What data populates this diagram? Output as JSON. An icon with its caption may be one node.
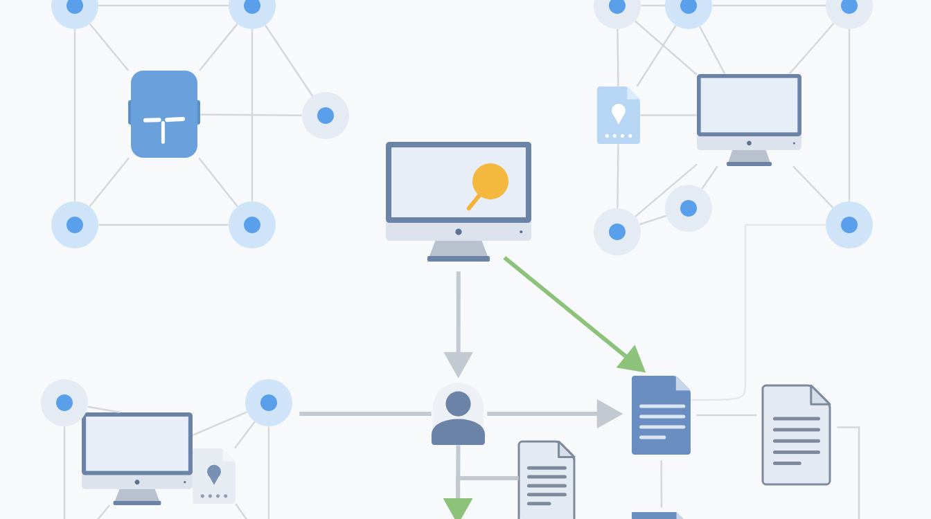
{
  "diagram": {
    "nodes": [
      {
        "text": [],
        "shape": "circle"
      },
      {
        "text": [],
        "shape": "circle"
      },
      {
        "text": [],
        "shape": "picture"
      },
      {
        "text": [],
        "shape": "circle"
      },
      {
        "text": [],
        "shape": "circle"
      },
      {
        "text": [],
        "shape": "circle"
      },
      {
        "text": [],
        "shape": "circle"
      },
      {
        "text": [],
        "shape": "circle"
      },
      {
        "text": [],
        "shape": "circle"
      },
      {
        "text": [],
        "shape": "picture"
      },
      {
        "text": [],
        "shape": "picture"
      },
      {
        "text": [],
        "shape": "circle"
      },
      {
        "text": [],
        "shape": "circle"
      },
      {
        "text": [],
        "shape": "circle"
      },
      {
        "text": [],
        "shape": "picture"
      },
      {
        "text": [],
        "shape": "person"
      },
      {
        "text": [],
        "shape": "picture"
      },
      {
        "text": [],
        "shape": "picture"
      },
      {
        "text": [],
        "shape": "picture"
      },
      {
        "text": [],
        "shape": "picture"
      },
      {
        "text": [],
        "shape": "picture"
      },
      {
        "text": [],
        "shape": "circle"
      },
      {
        "text": [],
        "shape": "circle"
      },
      {
        "text": [],
        "shape": "picture"
      }
    ],
    "edges": [
      {
        "from": 0,
        "to": 1,
        "arrow": "none"
      },
      {
        "from": 0,
        "to": 2,
        "arrow": "none"
      },
      {
        "from": 1,
        "to": 2,
        "arrow": "none"
      },
      {
        "from": 1,
        "to": 3,
        "arrow": "none"
      },
      {
        "from": 0,
        "to": 4,
        "arrow": "none"
      },
      {
        "from": 1,
        "to": 5,
        "arrow": "none"
      },
      {
        "from": 2,
        "to": 3,
        "arrow": "none"
      },
      {
        "from": 2,
        "to": 4,
        "arrow": "none"
      },
      {
        "from": 2,
        "to": 5,
        "arrow": "none"
      },
      {
        "from": 4,
        "to": 5,
        "arrow": "none"
      },
      {
        "from": 6,
        "to": 7,
        "arrow": "none"
      },
      {
        "from": 7,
        "to": 8,
        "arrow": "none"
      },
      {
        "from": 6,
        "to": 9,
        "arrow": "none"
      },
      {
        "from": 6,
        "to": 10,
        "arrow": "none"
      },
      {
        "from": 7,
        "to": 9,
        "arrow": "none"
      },
      {
        "from": 7,
        "to": 10,
        "arrow": "none"
      },
      {
        "from": 8,
        "to": 10,
        "arrow": "none"
      },
      {
        "from": 8,
        "to": 13,
        "arrow": "none"
      },
      {
        "from": 9,
        "to": 10,
        "arrow": "none"
      },
      {
        "from": 9,
        "to": 11,
        "arrow": "none"
      },
      {
        "from": 11,
        "to": 10,
        "arrow": "none"
      },
      {
        "from": 12,
        "to": 10,
        "arrow": "none"
      },
      {
        "from": 11,
        "to": 12,
        "arrow": "none"
      },
      {
        "from": 10,
        "to": 13,
        "arrow": "none"
      },
      {
        "from": 13,
        "to": 17,
        "arrow": "none",
        "color": "#e3e7ec"
      },
      {
        "from": 14,
        "to": 15,
        "arrow": "to",
        "style": "thick"
      },
      {
        "from": 14,
        "to": 17,
        "arrow": "to",
        "style": "thick",
        "color": "#8cc27a"
      },
      {
        "from": 22,
        "to": 15,
        "arrow": "none",
        "style": "thick"
      },
      {
        "from": 15,
        "to": 17,
        "arrow": "to",
        "style": "thick"
      },
      {
        "from": 15,
        "to": null,
        "arrow": "to",
        "style": "thick"
      },
      {
        "from": 18,
        "to": null,
        "arrow": "to",
        "style": "thick"
      },
      {
        "from": 17,
        "to": 19,
        "arrow": "none"
      },
      {
        "from": 19,
        "to": null,
        "arrow": "none"
      },
      {
        "from": 17,
        "to": 20,
        "arrow": "none"
      },
      {
        "from": 21,
        "to": 16,
        "arrow": "none"
      },
      {
        "from": 22,
        "to": 16,
        "arrow": "none"
      },
      {
        "from": 22,
        "to": 23,
        "arrow": "none"
      },
      {
        "from": 21,
        "to": null,
        "arrow": "none"
      },
      {
        "from": 22,
        "to": null,
        "arrow": "none"
      },
      {
        "from": 16,
        "to": null,
        "arrow": "none"
      },
      {
        "from": 23,
        "to": null,
        "arrow": "none"
      }
    ]
  }
}
